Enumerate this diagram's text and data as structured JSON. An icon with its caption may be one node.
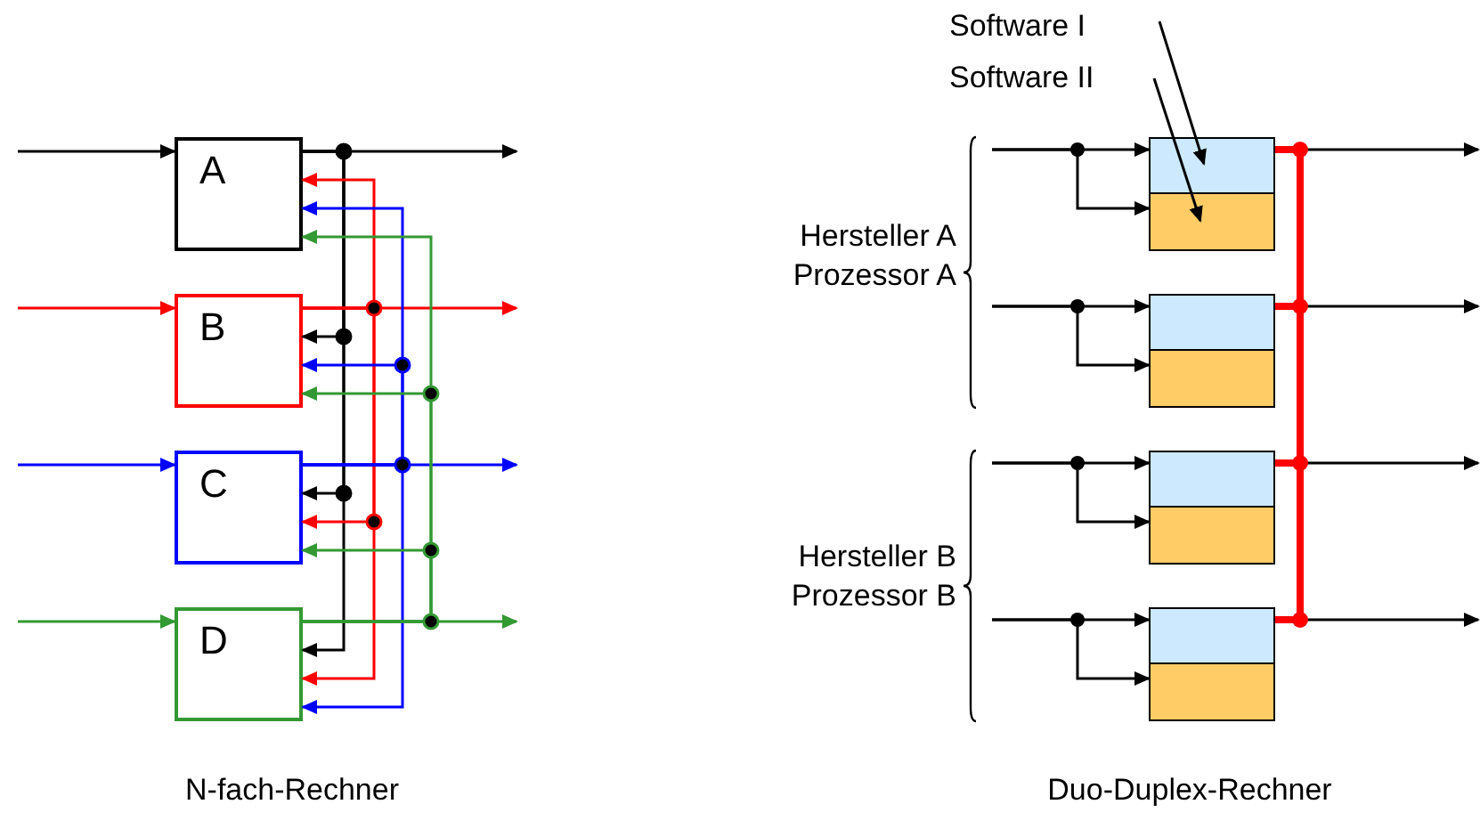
{
  "diagram": {
    "nodes": [
      {
        "text": [
          "A"
        ]
      },
      {
        "text": [
          "B"
        ]
      },
      {
        "text": [
          "C"
        ]
      },
      {
        "text": [
          "D"
        ]
      },
      {
        "text": [
          "Software I"
        ]
      },
      {
        "text": [
          "Software II"
        ]
      },
      {
        "text": [],
        "shape": "box"
      },
      {
        "text": [],
        "shape": "box"
      },
      {
        "text": [],
        "shape": "box"
      },
      {
        "text": [],
        "shape": "box"
      },
      {
        "text": [],
        "shape": "box"
      },
      {
        "text": [],
        "shape": "box"
      },
      {
        "text": [],
        "shape": "box"
      },
      {
        "text": [],
        "shape": "box"
      }
    ],
    "edges": [
      {
        "from": null,
        "to": 0,
        "arrow": "to"
      },
      {
        "from": null,
        "to": 1,
        "arrow": "to",
        "color": "#ff0000"
      },
      {
        "from": null,
        "to": 2,
        "arrow": "to",
        "color": "#0000ff"
      },
      {
        "from": null,
        "to": 3,
        "arrow": "to",
        "color": "#339933"
      },
      {
        "from": 0,
        "to": null,
        "arrow": "to"
      },
      {
        "from": 1,
        "to": null,
        "arrow": "to",
        "color": "#ff0000"
      },
      {
        "from": 2,
        "to": null,
        "arrow": "to",
        "color": "#0000ff"
      },
      {
        "from": 3,
        "to": null,
        "arrow": "to",
        "color": "#339933"
      },
      {
        "from": 0,
        "to": 1,
        "arrow": "to"
      },
      {
        "from": 0,
        "to": 2,
        "arrow": "to"
      },
      {
        "from": 0,
        "to": 3,
        "arrow": "to"
      },
      {
        "from": 1,
        "to": 0,
        "arrow": "to",
        "color": "#ff0000"
      },
      {
        "from": 1,
        "to": 2,
        "arrow": "to",
        "color": "#ff0000"
      },
      {
        "from": 1,
        "to": 3,
        "arrow": "to",
        "color": "#ff0000"
      },
      {
        "from": 2,
        "to": 0,
        "arrow": "to",
        "color": "#0000ff"
      },
      {
        "from": 2,
        "to": 1,
        "arrow": "to",
        "color": "#0000ff"
      },
      {
        "from": 2,
        "to": 3,
        "arrow": "to",
        "color": "#0000ff"
      },
      {
        "from": 3,
        "to": 0,
        "arrow": "to",
        "color": "#339933"
      },
      {
        "from": 3,
        "to": 1,
        "arrow": "to",
        "color": "#339933"
      },
      {
        "from": 3,
        "to": 2,
        "arrow": "to",
        "color": "#339933"
      },
      {
        "from": 4,
        "to": 6,
        "arrow": "to"
      },
      {
        "from": 5,
        "to": 7,
        "arrow": "to"
      },
      {
        "from": null,
        "to": 6,
        "arrow": "to"
      },
      {
        "from": null,
        "to": 7,
        "arrow": "to"
      },
      {
        "from": 6,
        "to": null,
        "arrow": "to"
      },
      {
        "from": null,
        "to": 8,
        "arrow": "to"
      },
      {
        "from": null,
        "to": 9,
        "arrow": "to"
      },
      {
        "from": 8,
        "to": null,
        "arrow": "to"
      },
      {
        "from": null,
        "to": 10,
        "arrow": "to"
      },
      {
        "from": null,
        "to": 11,
        "arrow": "to"
      },
      {
        "from": 10,
        "to": null,
        "arrow": "to"
      },
      {
        "from": null,
        "to": 12,
        "arrow": "to"
      },
      {
        "from": null,
        "to": 13,
        "arrow": "to"
      },
      {
        "from": 12,
        "to": null,
        "arrow": "to"
      },
      {
        "from": 6,
        "to": 8,
        "arrow": "none",
        "style": "thick",
        "color": "#ff0000"
      },
      {
        "from": 8,
        "to": 10,
        "arrow": "none",
        "style": "thick",
        "color": "#ff0000"
      },
      {
        "from": 10,
        "to": 12,
        "arrow": "none",
        "style": "thick",
        "color": "#ff0000"
      }
    ],
    "labels": [
      "Hersteller A Prozessor A",
      "Hersteller B Prozessor B",
      "N-fach-Rechner",
      "Duo-Duplex-Rechner"
    ]
  }
}
